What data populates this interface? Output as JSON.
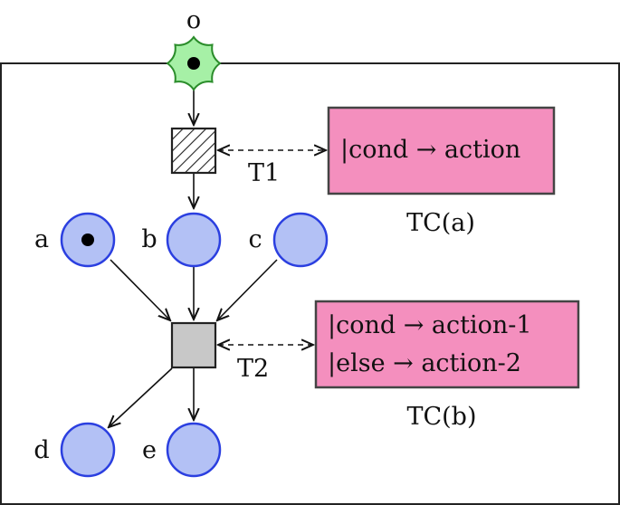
{
  "colors": {
    "place_fill": "#b3c1f5",
    "place_stroke": "#2b3fe0",
    "start_fill": "#a6f0a6",
    "start_stroke": "#2a8c2a",
    "tc_fill": "#f48fbe",
    "tc_stroke": "#444444",
    "t2_fill": "#c8c8c8",
    "edge": "#111111"
  },
  "places": {
    "o": {
      "label": "o",
      "marked": true
    },
    "a": {
      "label": "a",
      "marked": true
    },
    "b": {
      "label": "b",
      "marked": false
    },
    "c": {
      "label": "c",
      "marked": false
    },
    "d": {
      "label": "d",
      "marked": false
    },
    "e": {
      "label": "e",
      "marked": false
    }
  },
  "transitions": {
    "t1": {
      "label": "T1",
      "pattern": "hatched"
    },
    "t2": {
      "label": "T2",
      "pattern": "solid-gray"
    }
  },
  "conditions": {
    "tc_a": {
      "caption": "TC(a)",
      "lines": [
        "|cond → action"
      ]
    },
    "tc_b": {
      "caption": "TC(b)",
      "lines": [
        "|cond → action-1",
        "|else → action-2"
      ]
    }
  }
}
